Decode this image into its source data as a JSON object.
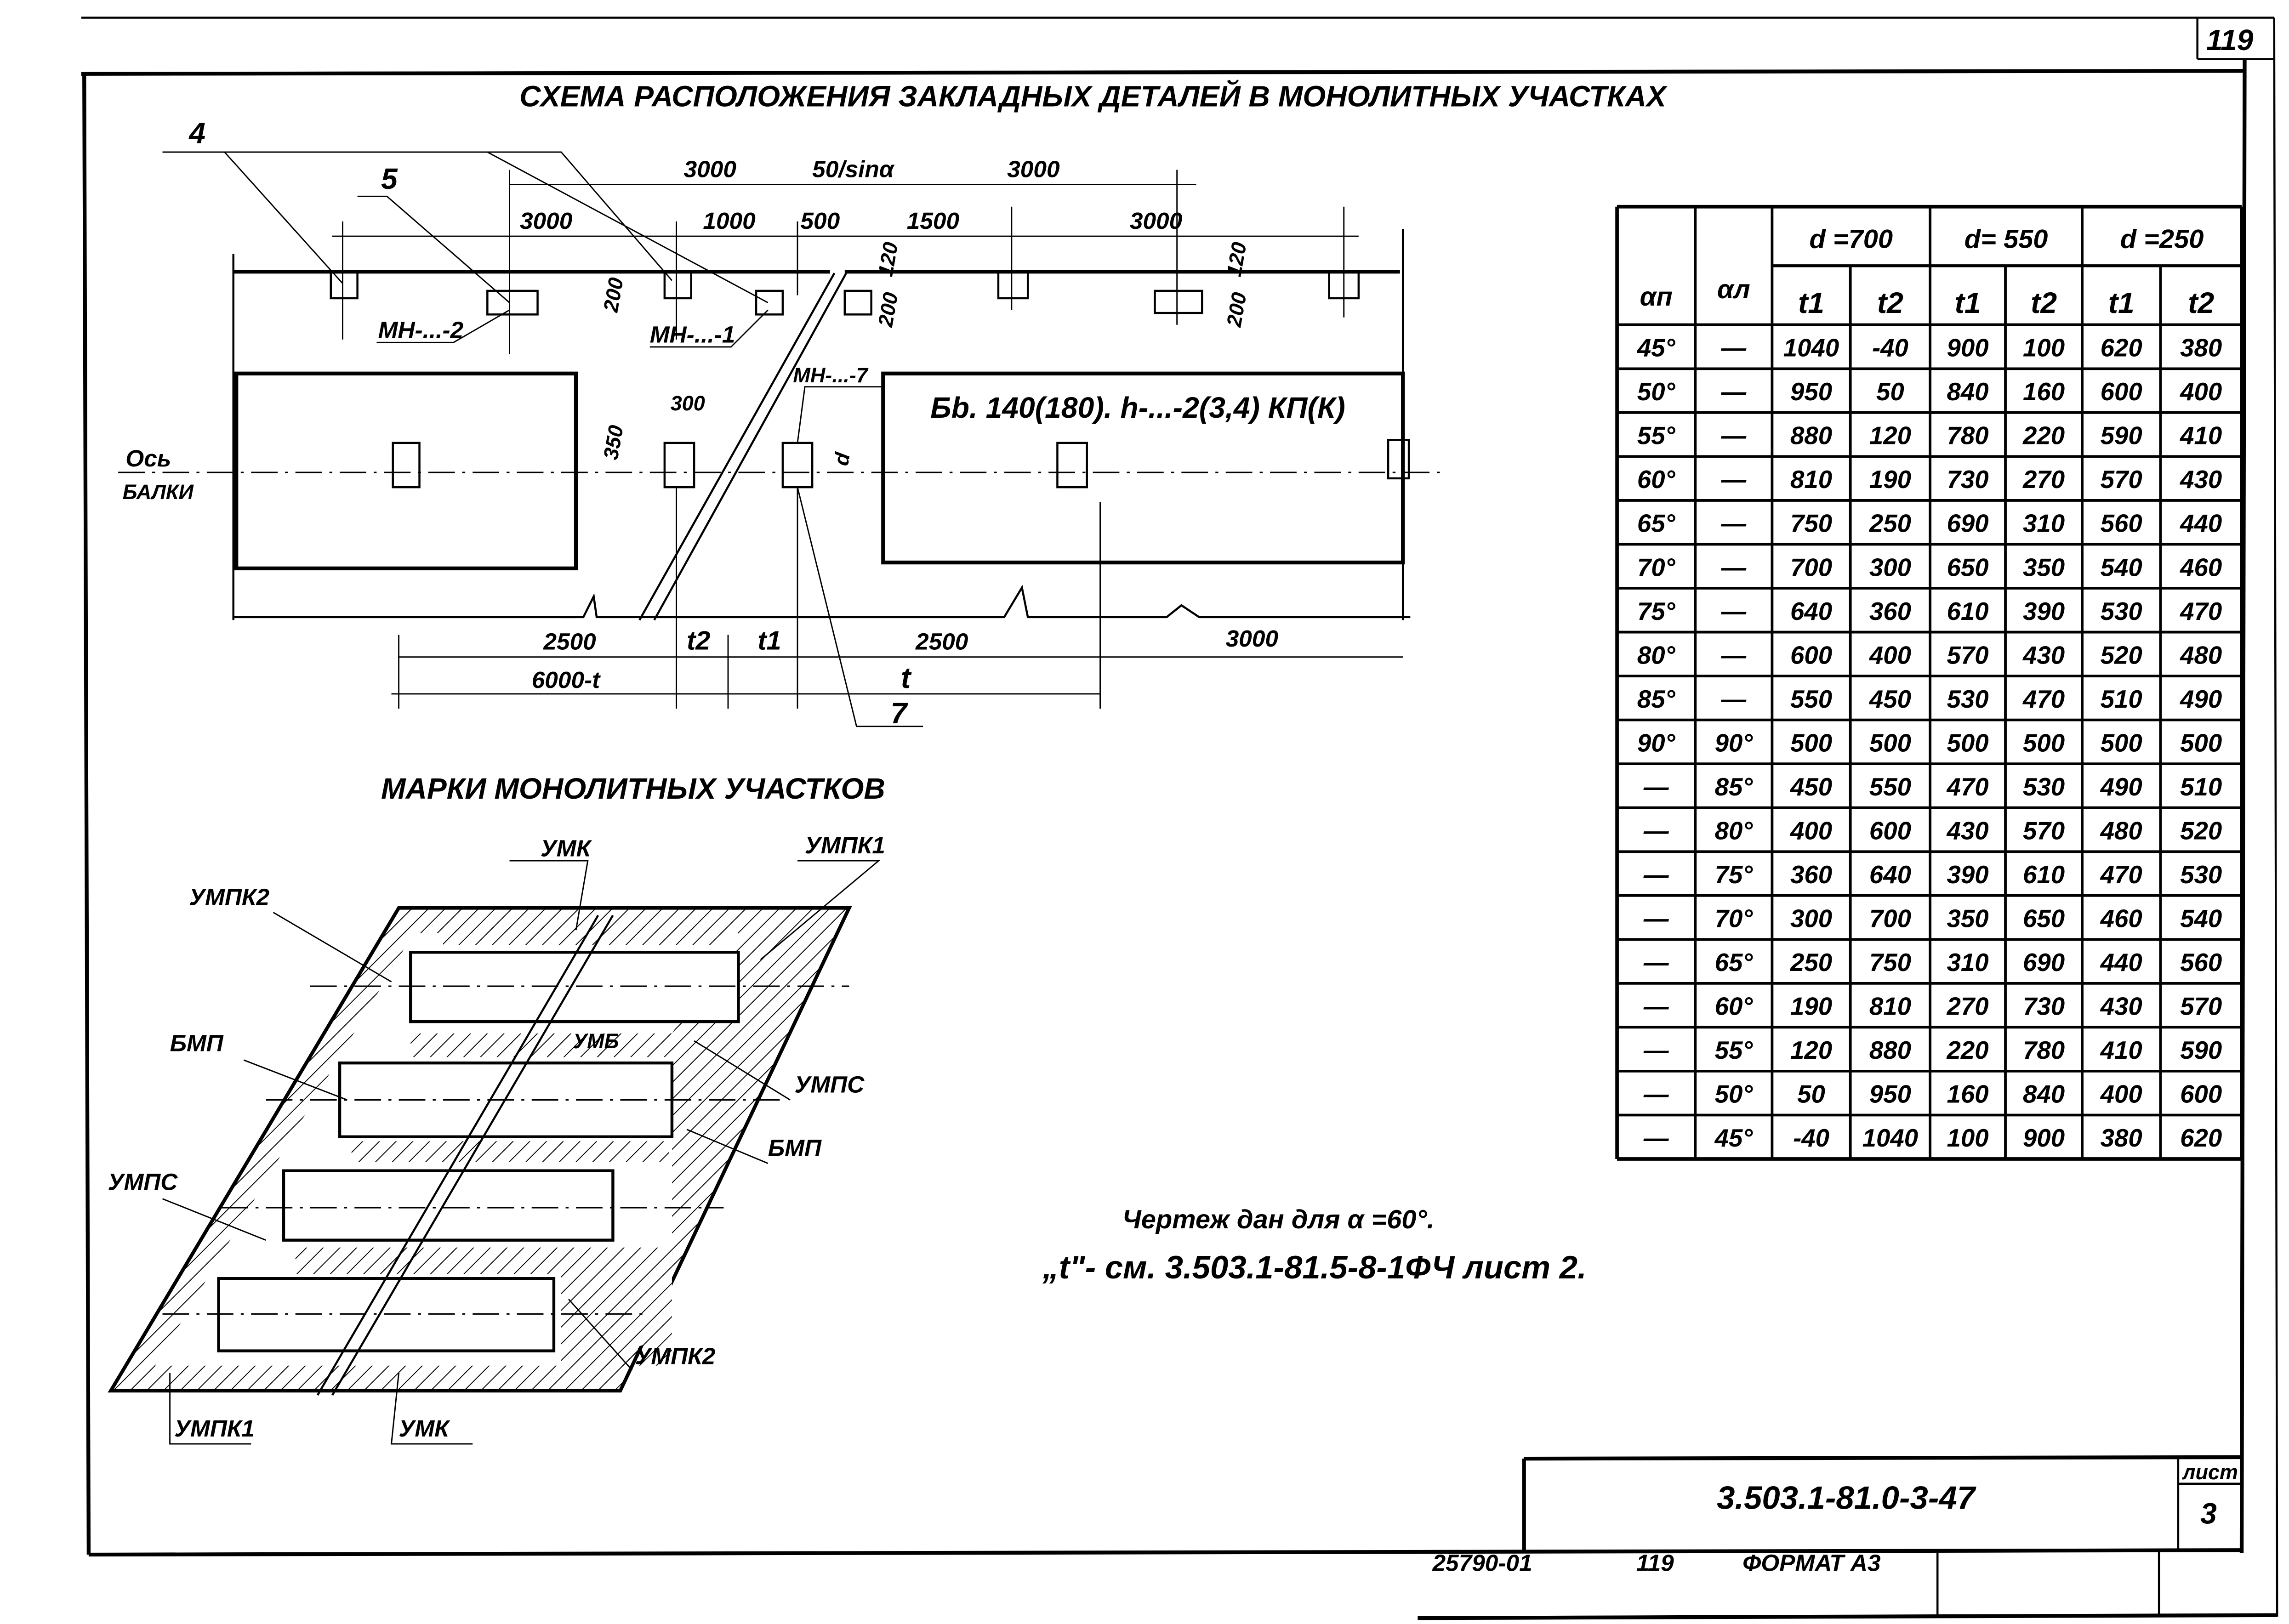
{
  "page_number": "119",
  "title": "СХЕМА РАСПОЛОЖЕНИЯ ЗАКЛАДНЫХ ДЕТАЛЕЙ В МОНОЛИТНЫХ УЧАСТКАХ",
  "plan": {
    "leaders": {
      "item4": "4",
      "item5": "5",
      "item7": "7",
      "mn2": "МН-...-2",
      "mn1": "МН-...-1",
      "mn7": "МН-...-7"
    },
    "beam_label": "Бb. 140(180). h-...-2(3,4) КП(К)",
    "axis_label_1": "Ось",
    "axis_label_2": "БАЛКИ",
    "dims_top": [
      "3000",
      "50/sinα",
      "3000"
    ],
    "dims_second": [
      "3000",
      "1000",
      "500",
      "1500",
      "3000"
    ],
    "dims_small": [
      "200",
      "120",
      "200",
      "120",
      "200",
      "350",
      "300",
      "d"
    ],
    "dims_bottom": [
      "2500",
      "t2",
      "t1",
      "2500",
      "3000"
    ],
    "dims_overall": [
      "6000-t",
      "t"
    ]
  },
  "marks": {
    "heading": "МАРКИ МОНОЛИТНЫХ УЧАСТКОВ",
    "labels": [
      "УМК",
      "УМПК1",
      "УМПК2",
      "БМП",
      "УМБ",
      "УМПС",
      "БМП",
      "УМПС",
      "УМПК2",
      "УМПК1",
      "УМК"
    ]
  },
  "table": {
    "col_alpha1": "αп",
    "col_alpha2": "αл",
    "groups": [
      "d =700",
      "d= 550",
      "d =250"
    ],
    "sub": [
      "t1",
      "t2",
      "t1",
      "t2",
      "t1",
      "t2"
    ],
    "rows": [
      [
        "45°",
        "—",
        "1040",
        "-40",
        "900",
        "100",
        "620",
        "380"
      ],
      [
        "50°",
        "—",
        "950",
        "50",
        "840",
        "160",
        "600",
        "400"
      ],
      [
        "55°",
        "—",
        "880",
        "120",
        "780",
        "220",
        "590",
        "410"
      ],
      [
        "60°",
        "—",
        "810",
        "190",
        "730",
        "270",
        "570",
        "430"
      ],
      [
        "65°",
        "—",
        "750",
        "250",
        "690",
        "310",
        "560",
        "440"
      ],
      [
        "70°",
        "—",
        "700",
        "300",
        "650",
        "350",
        "540",
        "460"
      ],
      [
        "75°",
        "—",
        "640",
        "360",
        "610",
        "390",
        "530",
        "470"
      ],
      [
        "80°",
        "—",
        "600",
        "400",
        "570",
        "430",
        "520",
        "480"
      ],
      [
        "85°",
        "—",
        "550",
        "450",
        "530",
        "470",
        "510",
        "490"
      ],
      [
        "90°",
        "90°",
        "500",
        "500",
        "500",
        "500",
        "500",
        "500"
      ],
      [
        "—",
        "85°",
        "450",
        "550",
        "470",
        "530",
        "490",
        "510"
      ],
      [
        "—",
        "80°",
        "400",
        "600",
        "430",
        "570",
        "480",
        "520"
      ],
      [
        "—",
        "75°",
        "360",
        "640",
        "390",
        "610",
        "470",
        "530"
      ],
      [
        "—",
        "70°",
        "300",
        "700",
        "350",
        "650",
        "460",
        "540"
      ],
      [
        "—",
        "65°",
        "250",
        "750",
        "310",
        "690",
        "440",
        "560"
      ],
      [
        "—",
        "60°",
        "190",
        "810",
        "270",
        "730",
        "430",
        "570"
      ],
      [
        "—",
        "55°",
        "120",
        "880",
        "220",
        "780",
        "410",
        "590"
      ],
      [
        "—",
        "50°",
        "50",
        "950",
        "160",
        "840",
        "400",
        "600"
      ],
      [
        "—",
        "45°",
        "-40",
        "1040",
        "100",
        "900",
        "380",
        "620"
      ]
    ]
  },
  "notes": {
    "line1": "Чертеж дан для α =60°.",
    "line2": "„t\"- см. 3.503.1-81.5-8-1ФЧ лист 2."
  },
  "title_block": {
    "doc_number": "3.503.1-81.0-3-47",
    "sheet_label": "лист",
    "sheet_number": "3"
  },
  "footer": {
    "archive": "25790-01",
    "page": "119",
    "format": "ФОРМАТ А3"
  }
}
